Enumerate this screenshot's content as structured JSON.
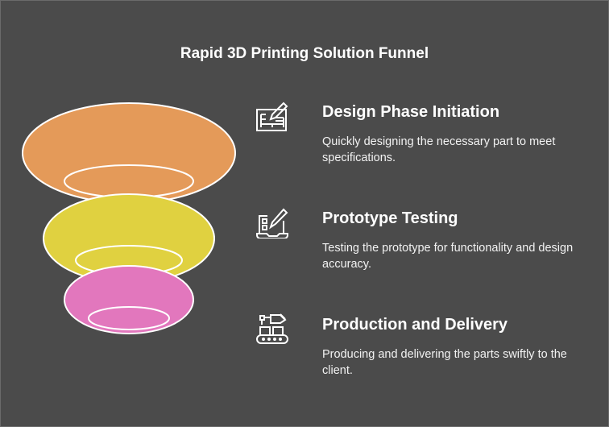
{
  "title": "Rapid 3D Printing Solution Funnel",
  "colors": {
    "stage1": "#e49a59",
    "stage2": "#e0d140",
    "stage3": "#e277bd",
    "background": "#4b4b4b"
  },
  "steps": [
    {
      "title": "Design Phase Initiation",
      "description": "Quickly designing the necessary part to meet specifications.",
      "icon": "blueprint-pencil-icon"
    },
    {
      "title": "Prototype Testing",
      "description": "Testing the prototype for functionality and design accuracy.",
      "icon": "laptop-pencil-icon"
    },
    {
      "title": "Production and Delivery",
      "description": "Producing and delivering the parts swiftly to the client.",
      "icon": "conveyor-robot-arm-icon"
    }
  ]
}
